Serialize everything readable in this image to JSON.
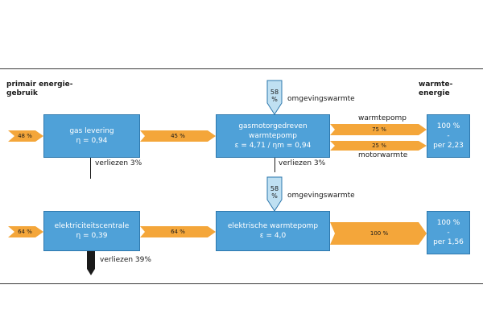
{
  "headings": {
    "left": "primair energie-\ngebruik",
    "right": "warmte-energie"
  },
  "colors": {
    "box": "#4fa1d8",
    "box_border": "#2e78ad",
    "flow_arrow": "#f4a63a",
    "ambient_arrow": "#bfe0f2",
    "loss_arrow": "#1a1a1a"
  },
  "top_row": {
    "input_pct": "48 %",
    "gas_box": {
      "line1": "gas levering",
      "line2": "η = 0,94"
    },
    "gas_loss": "verliezen 3%",
    "mid_pct": "45 %",
    "ambient_pct": "58\n%",
    "ambient_label": "omgevingswarmte",
    "gmhp_box": {
      "line1": "gasmotorgedreven",
      "line2": "warmtepomp",
      "line3": "ε = 4,71 / ηm = 0,94"
    },
    "gmhp_loss": "verliezen 3%",
    "out1_label": "warmtepomp",
    "out1_pct": "75 %",
    "out2_pct": "25 %",
    "out2_label": "motorwarmte",
    "result_box": {
      "line1": "100 %",
      "line2": "-",
      "line3": "per 2,23"
    }
  },
  "bottom_row": {
    "input_pct": "64 %",
    "plant_box": {
      "line1": "elektriciteitscentrale",
      "line2": "η = 0,39"
    },
    "plant_loss": "verliezen 39%",
    "mid_pct": "64 %",
    "ambient_pct": "58\n%",
    "ambient_label": "omgevingswarmte",
    "ehp_box": {
      "line1": "elektrische warmtepomp",
      "line2": "ε = 4,0"
    },
    "out_pct": "100 %",
    "result_box": {
      "line1": "100 %",
      "line2": "-",
      "line3": "per 1,56"
    }
  }
}
